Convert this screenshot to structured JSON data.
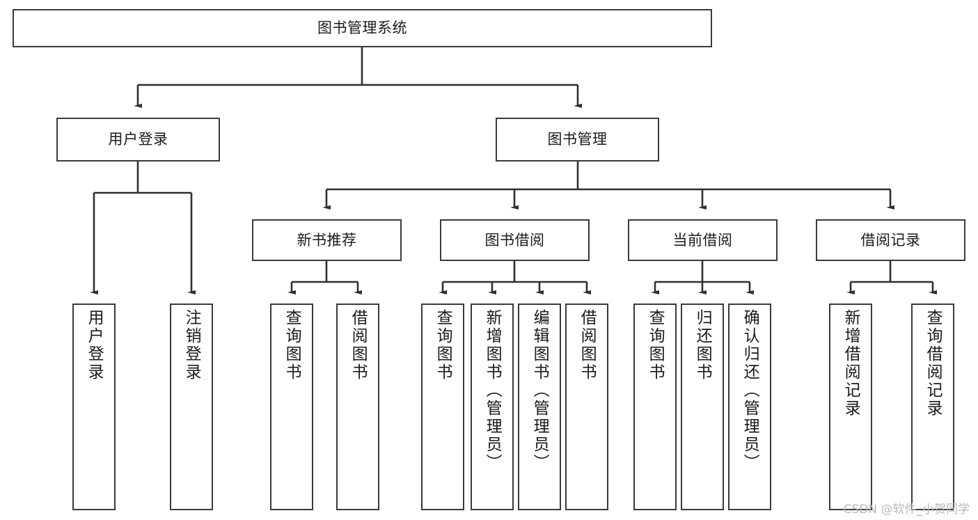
{
  "diagram": {
    "type": "tree-hierarchy-diagram",
    "title": "图书管理系统",
    "colors": {
      "box_border": "#3a3a3a",
      "box_fill": "#ffffff",
      "edge": "#2f2f2f",
      "text": "#1a1a1a",
      "watermark": "#b9b9b9",
      "background": "#ffffff"
    },
    "watermark": "CSDN @软件_小贺同学",
    "levels": [
      {
        "level": 1,
        "nodes": [
          {
            "id": "root",
            "label": "图书管理系统",
            "orientation": "horizontal"
          }
        ]
      },
      {
        "level": 2,
        "nodes": [
          {
            "id": "user-login",
            "label": "用户登录",
            "orientation": "horizontal",
            "parent": "root"
          },
          {
            "id": "book-manage",
            "label": "图书管理",
            "orientation": "horizontal",
            "parent": "root"
          }
        ]
      },
      {
        "level": 3,
        "nodes": [
          {
            "id": "new-book-rec",
            "label": "新书推荐",
            "orientation": "horizontal",
            "parent": "book-manage"
          },
          {
            "id": "book-borrow",
            "label": "图书借阅",
            "orientation": "horizontal",
            "parent": "book-manage"
          },
          {
            "id": "current-borrow",
            "label": "当前借阅",
            "orientation": "horizontal",
            "parent": "book-manage"
          },
          {
            "id": "borrow-record",
            "label": "借阅记录",
            "orientation": "horizontal",
            "parent": "book-manage"
          }
        ]
      },
      {
        "level": 4,
        "nodes": [
          {
            "id": "leaf-user-login",
            "label": "用户登录",
            "orientation": "vertical",
            "parent": "user-login"
          },
          {
            "id": "leaf-logout",
            "label": "注销登录",
            "orientation": "vertical",
            "parent": "user-login"
          },
          {
            "id": "leaf-query-book-1",
            "label": "查询图书",
            "orientation": "vertical",
            "parent": "new-book-rec"
          },
          {
            "id": "leaf-borrow-book-1",
            "label": "借阅图书",
            "orientation": "vertical",
            "parent": "new-book-rec"
          },
          {
            "id": "leaf-query-book-2",
            "label": "查询图书",
            "orientation": "vertical",
            "parent": "book-borrow"
          },
          {
            "id": "leaf-add-book",
            "label": "新增图书（管理员）",
            "orientation": "vertical",
            "parent": "book-borrow"
          },
          {
            "id": "leaf-edit-book",
            "label": "编辑图书（管理员）",
            "orientation": "vertical",
            "parent": "book-borrow"
          },
          {
            "id": "leaf-borrow-book-2",
            "label": "借阅图书",
            "orientation": "vertical",
            "parent": "book-borrow"
          },
          {
            "id": "leaf-query-book-3",
            "label": "查询图书",
            "orientation": "vertical",
            "parent": "current-borrow"
          },
          {
            "id": "leaf-return-book",
            "label": "归还图书",
            "orientation": "vertical",
            "parent": "current-borrow"
          },
          {
            "id": "leaf-confirm-return",
            "label": "确认归还（管理员）",
            "orientation": "vertical",
            "parent": "current-borrow"
          },
          {
            "id": "leaf-add-record",
            "label": "新增借阅记录",
            "orientation": "vertical",
            "parent": "borrow-record"
          },
          {
            "id": "leaf-query-record",
            "label": "查询借阅记录",
            "orientation": "vertical",
            "parent": "borrow-record"
          }
        ]
      }
    ]
  }
}
